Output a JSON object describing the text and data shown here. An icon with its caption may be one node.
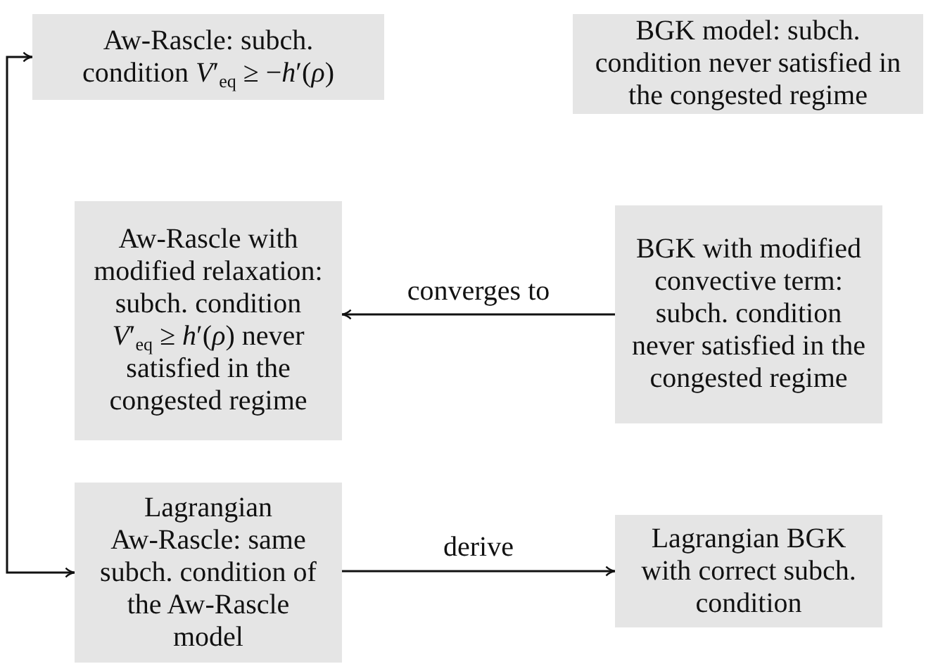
{
  "diagram": {
    "nodes": [
      {
        "text": [
          "Aw-Rascle: subch. condition *V*′$_{eq}$ ≥ −*h*′(*ρ*)"
        ]
      },
      {
        "text": [
          "BGK model: subch. condition never satisfied in the congested regime"
        ]
      },
      {
        "text": [
          "Aw-Rascle with modified relaxation: subch. condition *V*′$_{eq}$ ≥ *h*′(*ρ*) never satisfied in the congested regime"
        ]
      },
      {
        "text": [
          "BGK with modified convective term: subch. condition never satisfied in the congested regime"
        ]
      },
      {
        "text": [
          "Lagrangian Aw-Rascle: same subch. condition of the Aw-Rascle model"
        ]
      },
      {
        "text": [
          "Lagrangian BGK with correct subch. condition"
        ]
      }
    ],
    "edges": [
      {
        "from": 3,
        "to": 2,
        "arrow": "to",
        "label": "converges to"
      },
      {
        "from": 4,
        "to": 5,
        "arrow": "to",
        "label": "derive"
      },
      {
        "from": 0,
        "to": 4,
        "arrow": "both"
      }
    ]
  }
}
